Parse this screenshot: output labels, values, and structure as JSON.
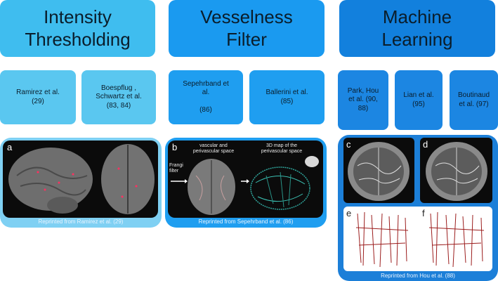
{
  "colors": {
    "col1_header": "#3fbdef",
    "col1_sub": "#5ac7f0",
    "col1_panel": "#7fd0f3",
    "col2_header": "#1a9af0",
    "col2_sub": "#1f9ef0",
    "col2_panel": "#1f9ef0",
    "col3_header": "#1280dd",
    "col3_sub": "#1c86e2",
    "col3_panel": "#1c7fd8"
  },
  "columns": [
    {
      "title": "Intensity\nThresholding",
      "refs": [
        "Ramirez et al.\n(29)",
        "Boespflug ,\nSchwartz et al.\n(83, 84)"
      ],
      "panel_letters": [
        "a"
      ],
      "caption": "Reprinted from Ramirez et al. (29)"
    },
    {
      "title": "Vesselness\nFilter",
      "refs": [
        "Sepehrband   et\nal.\n\n(86)",
        "Ballerini   et al.\n(85)"
      ],
      "panel_letters": [
        "b"
      ],
      "labels": {
        "left": "vascular and\nperivascular space",
        "right": "3D map of the\nperivascular space",
        "filter": "Frangi\nfilter"
      },
      "caption": "Reprinted from     Sepehrband    et al. (86)"
    },
    {
      "title": "Machine\nLearning",
      "refs": [
        "Park, Hou\net al. (90,\n88)",
        "Lian et al.\n(95)",
        "Boutinaud\net al.  (97)"
      ],
      "panel_letters": [
        "c",
        "d",
        "e",
        "f"
      ],
      "caption": "Reprinted from Hou et al. (88)"
    }
  ]
}
